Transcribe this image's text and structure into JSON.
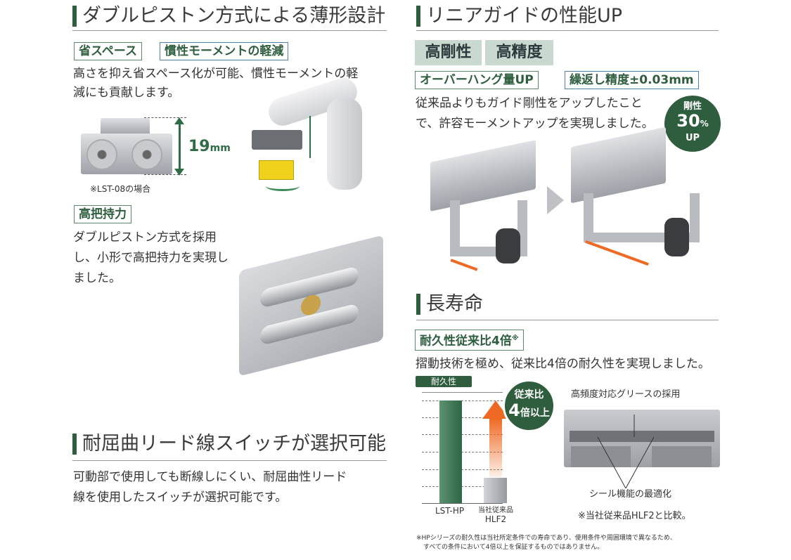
{
  "left": {
    "heading1": "ダブルピストン方式による薄形設計",
    "tag_space": "省スペース",
    "tag_inertia": "慣性モーメントの軽減",
    "para1": [
      "高さを抑え省スペース化が可能、慣性モーメントの軽",
      "減にも貢献します。"
    ],
    "dim_label": "19",
    "dim_unit": "mm",
    "note_model": "※LST-08の場合",
    "tag_grip": "高把持力",
    "para2": [
      "ダブルピストン方式を採用",
      "し、小形で高把持力を実現し",
      "ました。"
    ],
    "heading2": "耐屈曲リード線スイッチが選択可能",
    "para3": [
      "可動部で使用しても断線しにくい、耐屈曲性リード",
      "線を使用したスイッチが選択可能です。"
    ]
  },
  "right": {
    "heading1": "リニアガイドの性能UP",
    "block1": "高剛性",
    "block2": "高精度",
    "tag_overhang": "オーバーハング量UP",
    "tag_repeat": "繰返し精度±0.03mm",
    "para1": [
      "従来品よりもガイド剛性をアップしたこと",
      "で、許容モーメントアップを実現しました。"
    ],
    "badge": {
      "line1": "剛性",
      "value": "30",
      "unit": "%",
      "line3": "UP"
    },
    "heading2": "長寿命",
    "tag_life": "耐久性従来比4倍",
    "tag_life_mark": "※",
    "para2": "摺動技術を極め、従来比4倍の耐久性を実現しました。",
    "chart": {
      "label": "耐久性",
      "bars": [
        {
          "name": "LST-HP",
          "value": 4
        },
        {
          "name_line1": "当社従来品",
          "name_line2": "HLF2",
          "value": 1
        }
      ],
      "badge_line1": "従来比",
      "badge_value": "4",
      "badge_rest": "倍以上",
      "colors": {
        "lst": "#3f7a55",
        "hlf": "#a9adb2",
        "arrow": "#ee6a24"
      }
    },
    "caption_grease": "高頻度対応グリースの採用",
    "caption_seal": "シール機能の最適化",
    "compare_note": "※当社従来品HLF2と比較。",
    "footnote": [
      "※HPシリーズの耐久性は当社所定条件での寿命であり、使用条件や周囲環境で異なるため、",
      "すべての条件において4倍以上を保証するものではありません。"
    ]
  }
}
